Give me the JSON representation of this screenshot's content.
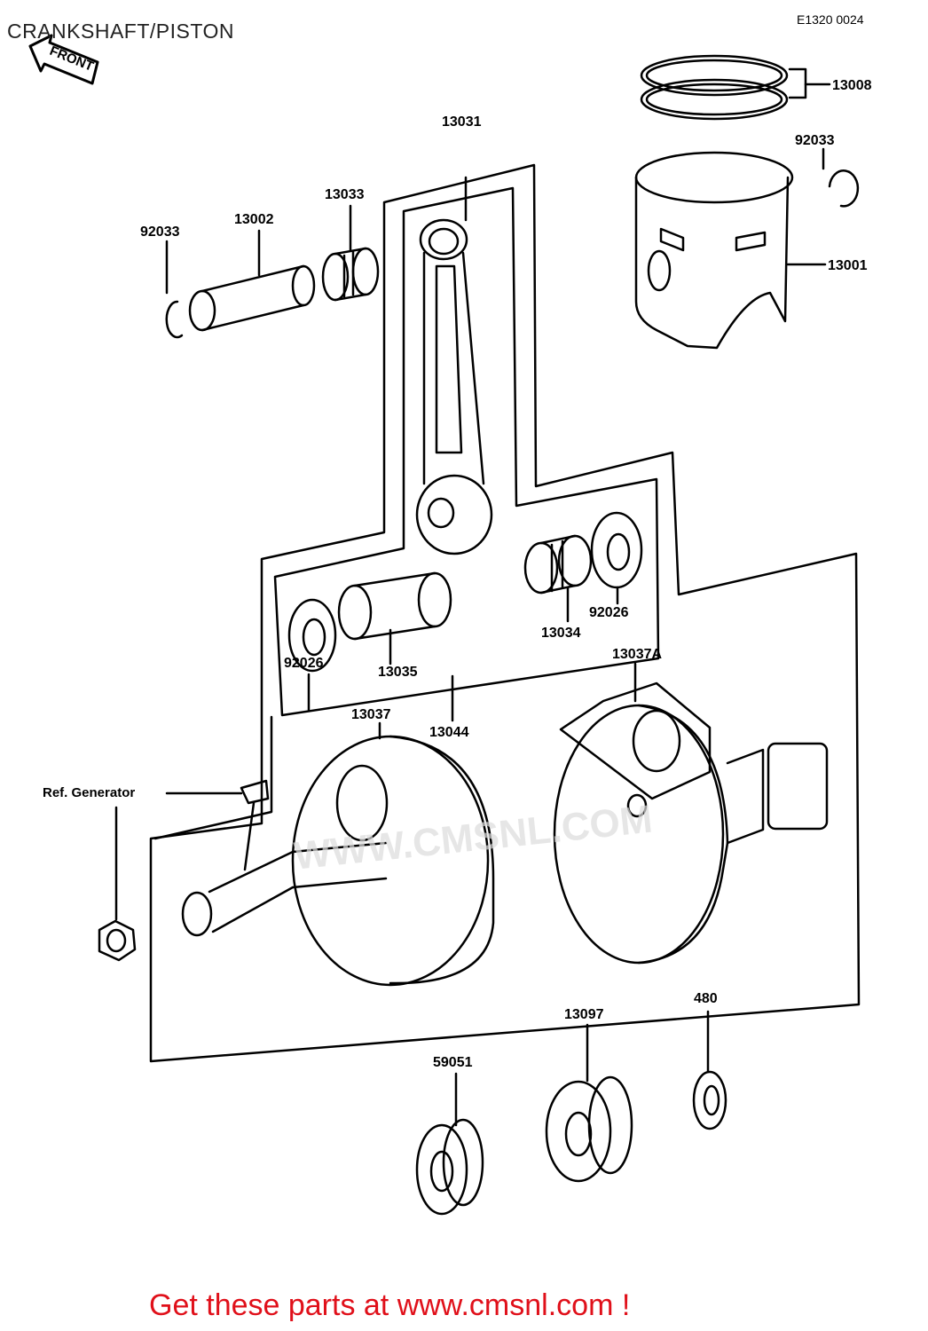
{
  "title": "CRANKSHAFT/PISTON",
  "diagram_code": "E1320 0024",
  "front_badge": "FRONT",
  "watermark": "WWW.CMSNL.COM",
  "parts": [
    {
      "id": "13008"
    },
    {
      "id": "92033"
    },
    {
      "id": "13031"
    },
    {
      "id": "13033"
    },
    {
      "id": "13002"
    },
    {
      "id": "92033"
    },
    {
      "id": "13001"
    },
    {
      "id": "92026"
    },
    {
      "id": "13034"
    },
    {
      "id": "92026"
    },
    {
      "id": "13035"
    },
    {
      "id": "13037A"
    },
    {
      "id": "13037"
    },
    {
      "id": "13044"
    },
    {
      "id": "Ref. Generator"
    },
    {
      "id": "480"
    },
    {
      "id": "13097"
    },
    {
      "id": "59051"
    }
  ],
  "footer": "Get these parts at www.cmsnl.com !",
  "colors": {
    "footer": "#e0101a",
    "ink": "#000000"
  }
}
